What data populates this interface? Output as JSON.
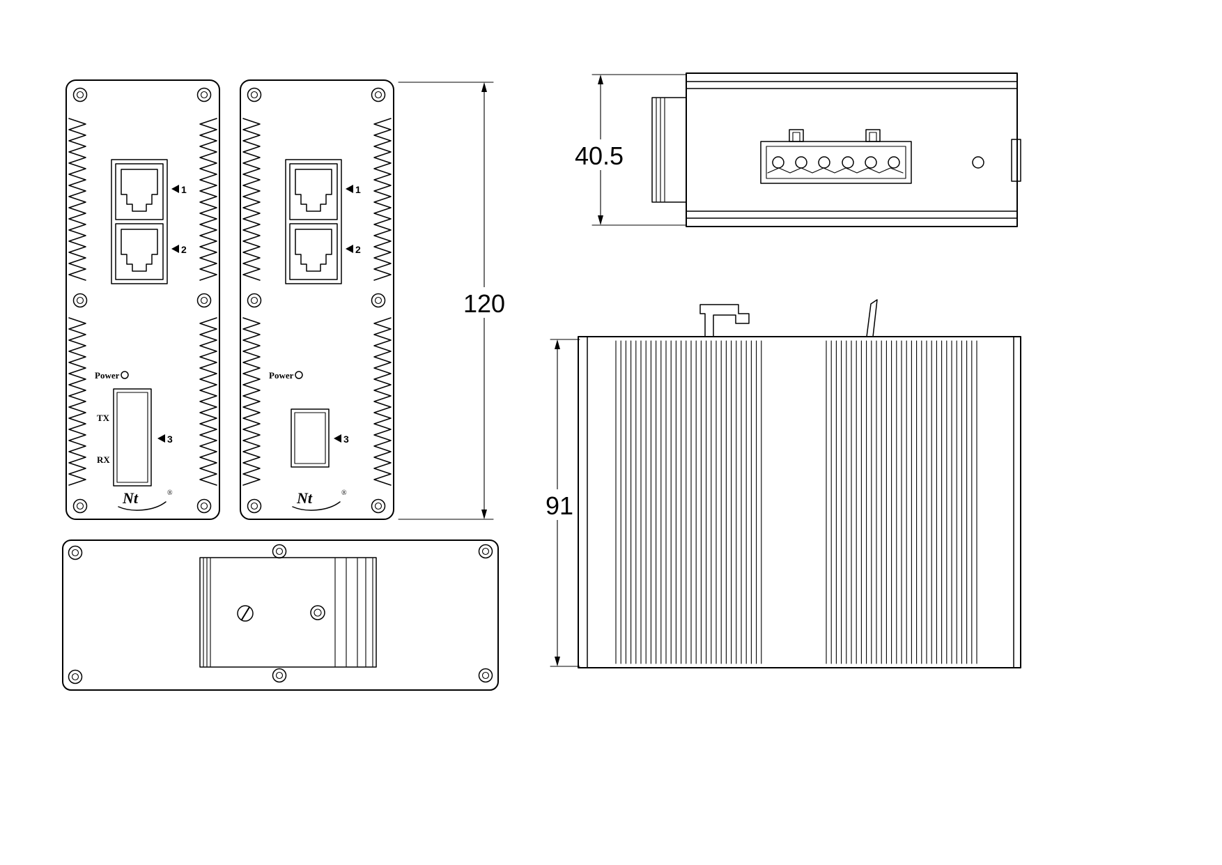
{
  "drawing": {
    "dimensions": {
      "front_height": "120",
      "top_depth": "40.5",
      "side_height": "91"
    },
    "front_panel": {
      "power_label": "Power",
      "tx_label": "TX",
      "rx_label": "RX",
      "port1_label": "1",
      "port2_label": "2",
      "port3_label": "3",
      "logo_text": "Nt",
      "registered_mark": "®"
    }
  }
}
